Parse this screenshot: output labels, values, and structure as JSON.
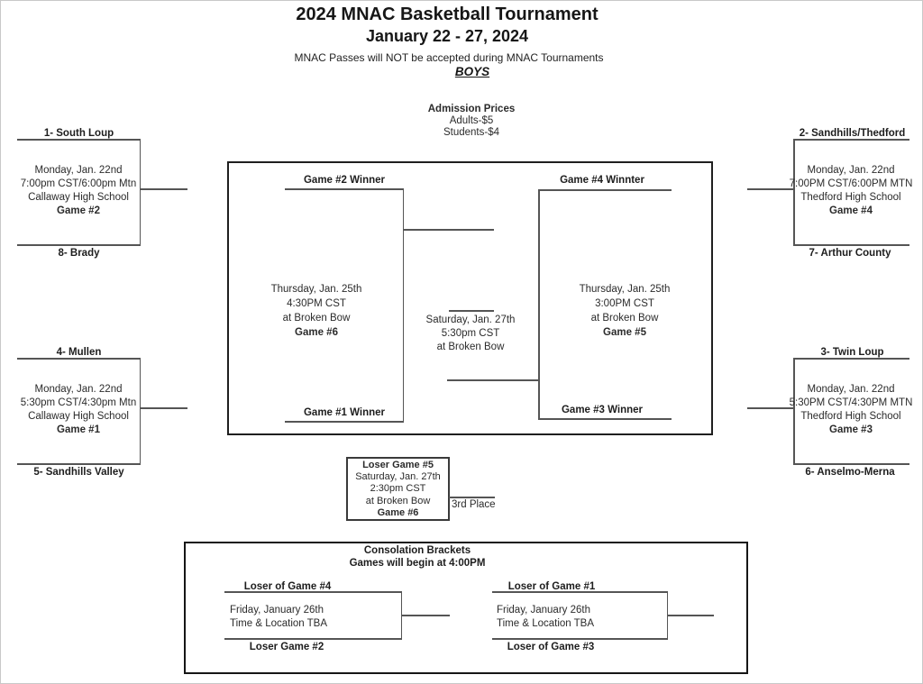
{
  "header": {
    "title": "2024 MNAC Basketball Tournament",
    "dates": "January 22 - 27, 2024",
    "notice": "MNAC Passes will NOT be accepted during MNAC Tournaments",
    "division": "BOYS"
  },
  "admission": {
    "title": "Admission Prices",
    "adults": "Adults-$5",
    "students": "Students-$4"
  },
  "first_round": [
    {
      "position": "top-left",
      "top_team": "1- South Loup",
      "bottom_team": "8- Brady",
      "line1": "Monday, Jan. 22nd",
      "line2": "7:00pm CST/6:00pm Mtn",
      "line3": "Callaway High School",
      "game": "Game #2"
    },
    {
      "position": "bottom-left",
      "top_team": "4- Mullen",
      "bottom_team": "5- Sandhills Valley",
      "line1": "Monday, Jan. 22nd",
      "line2": "5:30pm CST/4:30pm Mtn",
      "line3": "Callaway High School",
      "game": "Game #1"
    },
    {
      "position": "top-right",
      "top_team": "2- Sandhills/Thedford",
      "bottom_team": "7- Arthur County",
      "line1": "Monday, Jan. 22nd",
      "line2": "7:00PM CST/6:00PM MTN",
      "line3": "Thedford High School",
      "game": "Game #4"
    },
    {
      "position": "bottom-right",
      "top_team": "3- Twin Loup",
      "bottom_team": "6- Anselmo-Merna",
      "line1": "Monday, Jan. 22nd",
      "line2": "5:30PM CST/4:30PM MTN",
      "line3": "Thedford High School",
      "game": "Game #3"
    }
  ],
  "semifinals": {
    "left": {
      "top_label": "Game #2 Winner",
      "bottom_label": "Game #1 Winner",
      "line1": "Thursday, Jan. 25th",
      "line2": "4:30PM CST",
      "line3": "at Broken Bow",
      "game": "Game #6"
    },
    "right": {
      "top_label": "Game #4 Winnter",
      "bottom_label": "Game #3 Winner",
      "line1": "Thursday, Jan. 25th",
      "line2": "3:00PM CST",
      "line3": "at Broken Bow",
      "game": "Game #5"
    }
  },
  "championship": {
    "line1": "Saturday, Jan. 27th",
    "line2": "5:30pm CST",
    "line3": "at Broken Bow"
  },
  "third_place": {
    "title": "Loser Game #5",
    "line1": "Saturday, Jan. 27th",
    "line2": "2:30pm CST",
    "line3": "at Broken Bow",
    "game": "Game #6",
    "label": "3rd Place"
  },
  "consolation": {
    "title": "Consolation Brackets",
    "subtitle": "Games will begin at 4:00PM",
    "left": {
      "top_label": "Loser of Game #4",
      "bottom_label": "Loser Game #2",
      "line1": "Friday, January 26th",
      "line2": "Time & Location TBA"
    },
    "right": {
      "top_label": "Loser of Game #1",
      "bottom_label": "Loser of Game #3",
      "line1": "Friday, January 26th",
      "line2": "Time & Location TBA"
    }
  },
  "colors": {
    "background": "#ffffff",
    "text": "#2b2b2b",
    "line": "#555555",
    "box_border": "#1f1f1f"
  }
}
